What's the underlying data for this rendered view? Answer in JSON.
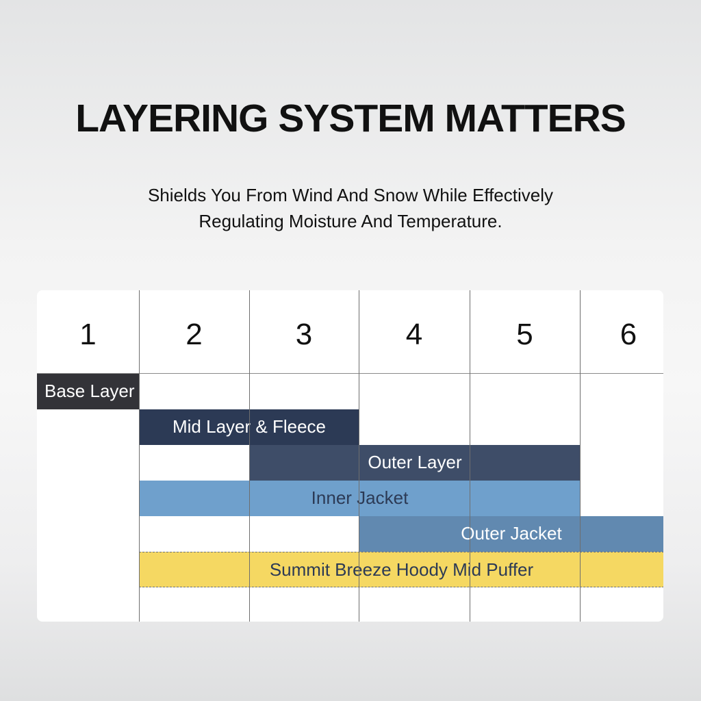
{
  "title": "LAYERING SYSTEM MATTERS",
  "subtitle": [
    "Shields You From Wind And Snow While Effectively",
    "Regulating Moisture And Temperature."
  ],
  "columns": [
    "1",
    "2",
    "3",
    "4",
    "5",
    "6"
  ],
  "layers": [
    {
      "label": "Base Layer",
      "start": 1,
      "end": 2,
      "color": "#333338",
      "text_color": "#ffffff",
      "align": "left"
    },
    {
      "label": "Mid Layer & Fleece",
      "start": 2,
      "end": 4,
      "color": "#2c3a55",
      "text_color": "#ffffff",
      "align": "center"
    },
    {
      "label": "Outer Layer",
      "start": 3,
      "end": 6,
      "color": "#3e4d68",
      "text_color": "#ffffff",
      "align": "center"
    },
    {
      "label": "Inner Jacket",
      "start": 2,
      "end": 6,
      "color": "#6fa0cc",
      "text_color": "#2c3a55",
      "align": "center"
    },
    {
      "label": "Outer Jacket",
      "start": 4,
      "end": 7,
      "color": "#6189b0",
      "text_color": "#ffffff",
      "align": "center"
    },
    {
      "label": "Summit Breeze Hoody Mid Puffer",
      "start": 2,
      "end": 7,
      "color": "#f5d862",
      "text_color": "#2c3a55",
      "align": "center",
      "dashed": true
    }
  ]
}
